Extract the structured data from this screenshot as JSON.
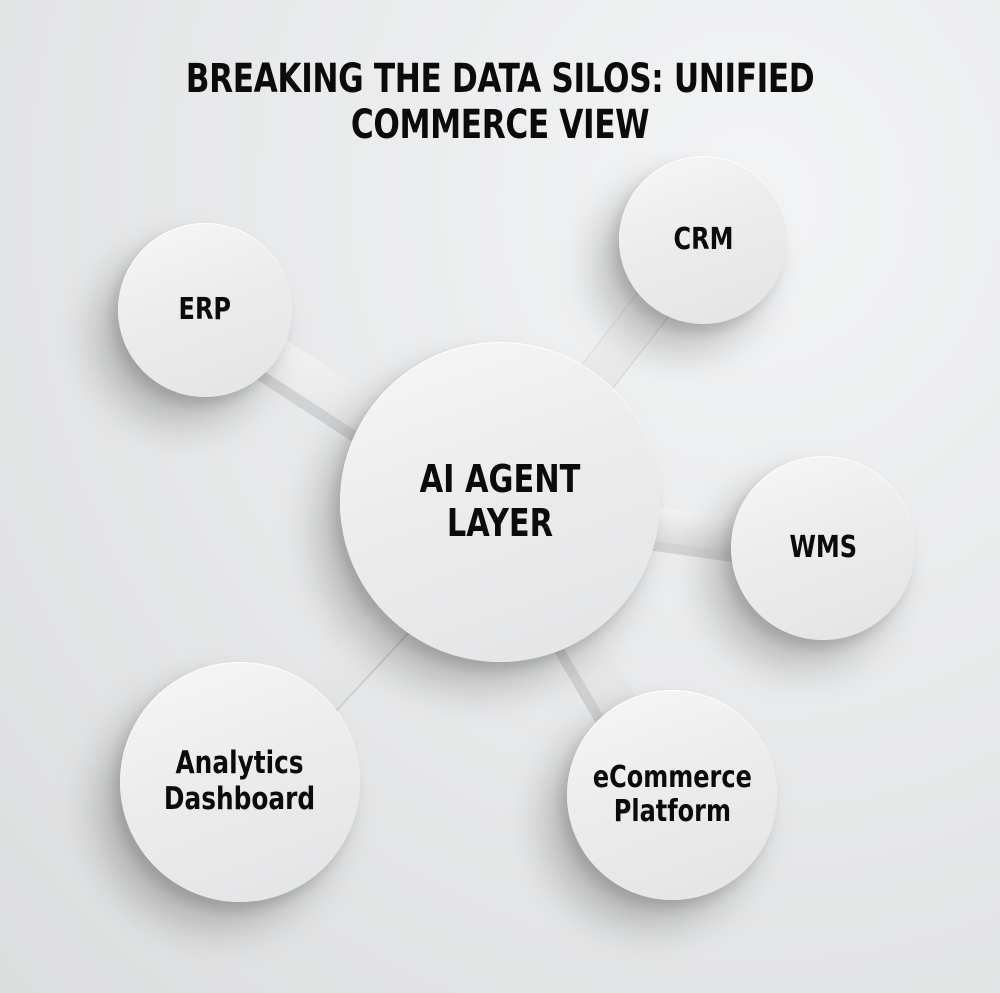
{
  "title": "BREAKING THE DATA SILOS: UNIFIED COMMERCE VIEW",
  "colors": {
    "background": "#e6e7e8",
    "node_fill": "#ededee",
    "text": "#0b0b0b",
    "connector": "#f2f2f3"
  },
  "hub": {
    "label": "AI AGENT LAYER"
  },
  "nodes": [
    {
      "id": "erp",
      "label_line1": "ERP",
      "label_line2": ""
    },
    {
      "id": "crm",
      "label_line1": "CRM",
      "label_line2": ""
    },
    {
      "id": "wms",
      "label_line1": "WMS",
      "label_line2": ""
    },
    {
      "id": "analytics",
      "label_line1": "Analytics",
      "label_line2": "Dashboard"
    },
    {
      "id": "ecommerce",
      "label_line1": "eCommerce",
      "label_line2": "Platform"
    }
  ]
}
